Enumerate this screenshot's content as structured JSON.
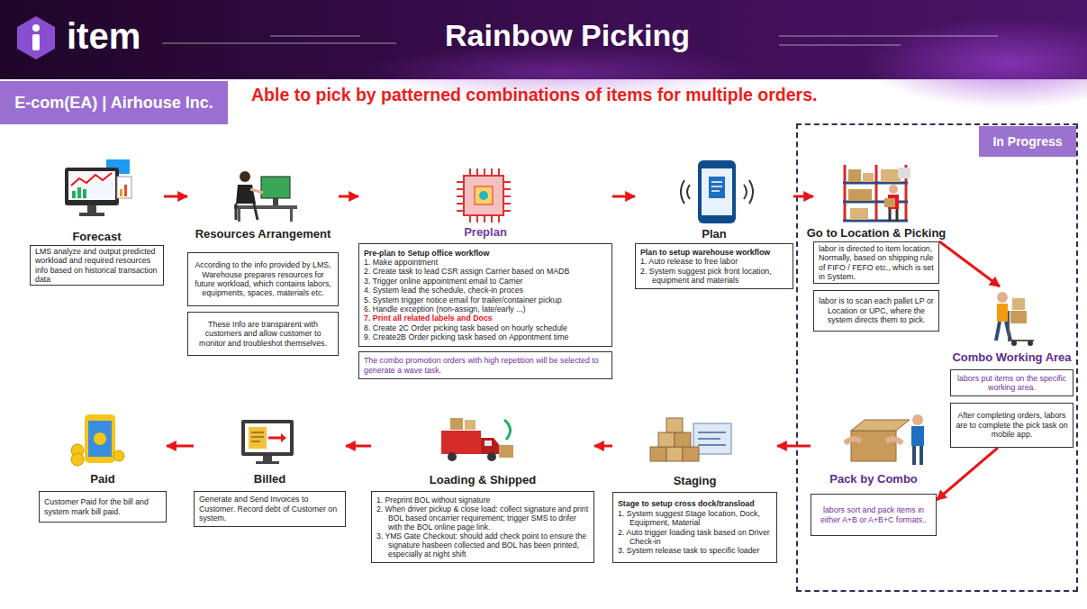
{
  "diagram": {
    "title": "Rainbow Picking",
    "nodes": [
      {
        "text": [
          "E-com(EA) | Airhouse Inc."
        ]
      },
      {
        "text": [
          "Forecast",
          "LMS analyze and output predicted workload and required resources info based on historical transaction data"
        ]
      },
      {
        "text": [
          "Resources Arrangement",
          "According to the info provided by LMS, Warehouse prepares resources for future workload, which contains labors, equipments, spaces, materials etc."
        ]
      },
      {
        "text": [
          "These Info are transparent with customers and allow customer to monitor and troubleshot themselves."
        ]
      },
      {
        "text": [
          "Preplan",
          "Pre-plan to Setup office workflow",
          "1. Make appointment",
          "2. Create task to lead CSR assign Carrier based on MADB",
          "3. Trigger online appointment email to Carrier",
          "4. System lead the schedule, check-in proces",
          "5. System trigger notice email for trailer/container pickup",
          "6. Handle exception (non-assign, late/early ...)",
          "7. Print all related labels and Docs",
          "8. Create 2C Order picking task based on hourly schedule",
          "9. Create2B Order picking task based on Appontment time"
        ]
      },
      {
        "text": [
          "The combo promotion orders with high repetition will be selected to generate a wave task."
        ]
      },
      {
        "text": [
          "Plan",
          "Plan to setup warehouse workflow",
          "1. Auto release to free labor",
          "2. System suggest pick front location, equipment and materials"
        ]
      },
      {
        "text": [
          "In Progress"
        ]
      },
      {
        "text": [
          "Go to Location & Picking",
          "labor is directed to item location, Normally, based on shipping rule of FIFO / FEFO etc., which is set in System."
        ],
        "in": 7
      },
      {
        "text": [
          "labor is to scan each pallet LP or Location or UPC, where the system directs them to pick."
        ],
        "in": 7
      },
      {
        "text": [
          "Combo Working Area",
          "labors put items on the specific working area."
        ],
        "in": 7
      },
      {
        "text": [
          "After completing orders, labors are to complete the pick task on mobile app."
        ],
        "in": 7
      },
      {
        "text": [
          "Pack by Combo",
          "labors sort and pack items in either A+B or A+B+C formats.."
        ],
        "in": 7
      },
      {
        "text": [
          "Staging",
          "Stage to setup cross dock/transload",
          "1. System suggest Stage location, Dock, Equipment, Material",
          "2. Auto trigger loading task based on Driver Check-in",
          "3. System release task to specific loader"
        ]
      },
      {
        "text": [
          "Loading & Shipped",
          "1. Preprint BOL without signature",
          "2. When driver pickup & close load: collect signature and print BOL based oncarrier requirement; trigger SMS to drifer with the BOL online page link.",
          "3. YMS Gate Checkout: should add check point to ensure the signature hasbeen collected and BOL has been printed, especially at night shift"
        ]
      },
      {
        "text": [
          "Billed",
          "Generate and Send Invoices to Customer. Record debt of Customer on system."
        ]
      },
      {
        "text": [
          "Paid",
          "Customer Paid for the bill and system mark bill paid."
        ]
      }
    ],
    "edges": [
      {
        "from": 1,
        "to": 2,
        "arrow": "to"
      },
      {
        "from": 2,
        "to": 4,
        "arrow": "to"
      },
      {
        "from": 4,
        "to": 6,
        "arrow": "to"
      },
      {
        "from": 6,
        "to": 8,
        "arrow": "to"
      },
      {
        "from": 8,
        "to": 10,
        "arrow": "to"
      },
      {
        "from": 11,
        "to": 12,
        "arrow": "to"
      },
      {
        "from": 12,
        "to": 13,
        "arrow": "to"
      },
      {
        "from": 13,
        "to": 14,
        "arrow": "to"
      },
      {
        "from": 14,
        "to": 15,
        "arrow": "to"
      },
      {
        "from": 15,
        "to": 16,
        "arrow": "to"
      }
    ],
    "labels": [
      "item",
      "Able to pick by patterned combinations of items for multiple orders."
    ]
  }
}
